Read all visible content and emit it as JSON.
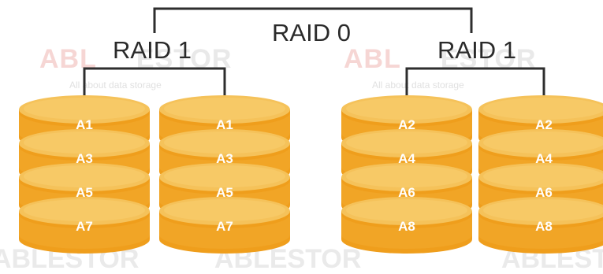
{
  "diagram": {
    "top_label": "RAID 0",
    "mirror_label": "RAID 1",
    "watermark": {
      "brand": "ABLESTOR",
      "brand_start": "ABL",
      "brand_end": "ESTOR",
      "tagline": "All about data storage"
    },
    "disks": [
      {
        "group": 0,
        "blocks": [
          "A1",
          "A3",
          "A5",
          "A7"
        ]
      },
      {
        "group": 0,
        "blocks": [
          "A1",
          "A3",
          "A5",
          "A7"
        ]
      },
      {
        "group": 1,
        "blocks": [
          "A2",
          "A4",
          "A6",
          "A8"
        ]
      },
      {
        "group": 1,
        "blocks": [
          "A2",
          "A4",
          "A6",
          "A8"
        ]
      }
    ],
    "colors": {
      "disk_top": "#f5c25a",
      "disk_top_rim": "#f8cd6e",
      "disk_side": "#ef9e1c",
      "disk_side_light": "#f6b23a",
      "connector": "#2e2e2e",
      "watermark_red": "#f3c9c6",
      "watermark_gray": "#e2e2e2"
    }
  }
}
